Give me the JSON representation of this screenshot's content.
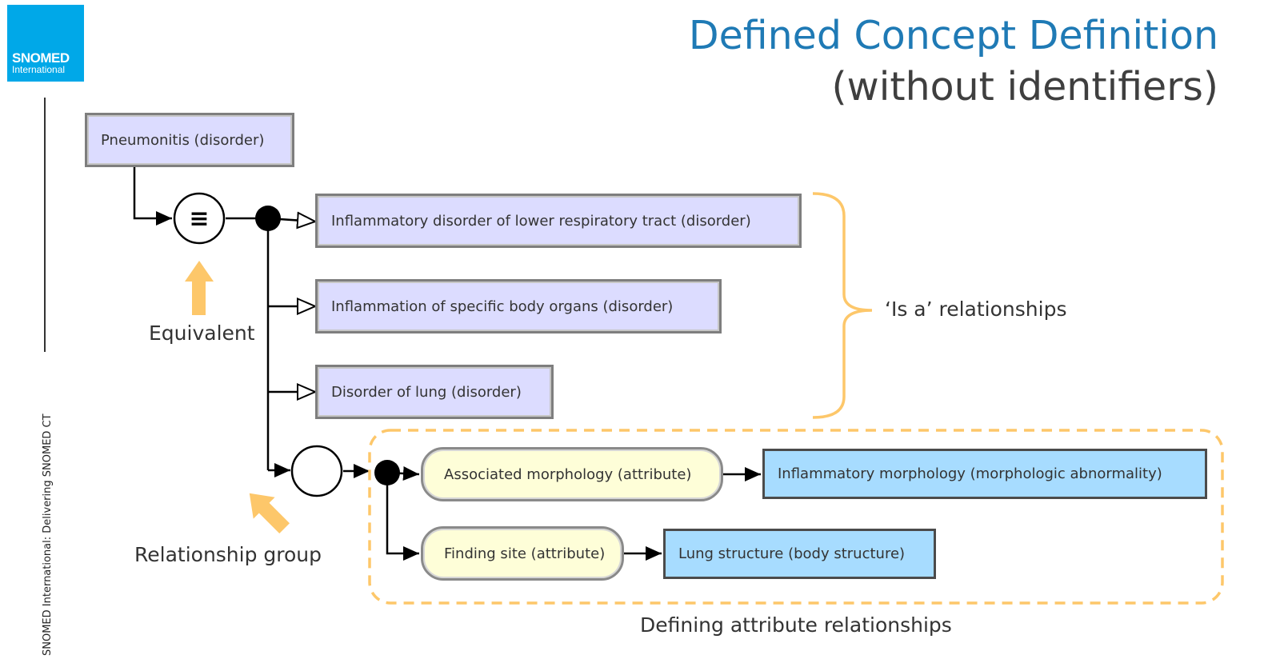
{
  "logo": {
    "line1": "SNOMED",
    "line2": "International"
  },
  "sidebar_text": "SNOMED International: Delivering SNOMED CT",
  "title": {
    "line1": "Defined Concept Definition",
    "line2": "(without identifiers)"
  },
  "diagram": {
    "defined_concept": "Pneumonitis (disorder)",
    "equivalent_symbol": "≡",
    "is_a_parents": [
      "Inflammatory disorder of lower respiratory tract (disorder)",
      "Inflammation of specific body organs (disorder)",
      "Disorder of lung (disorder)"
    ],
    "attributes": [
      {
        "name": "Associated morphology (attribute)",
        "value": "Inflammatory morphology (morphologic abnormality)"
      },
      {
        "name": "Finding site (attribute)",
        "value": "Lung structure (body structure)"
      }
    ],
    "labels": {
      "equivalent": "Equivalent",
      "relationship_group": "Relationship group",
      "is_a": "‘Is a’ relationships",
      "defining_attributes": "Defining attribute relationships"
    }
  },
  "colors": {
    "title_blue": "#1f7ab5",
    "logo_blue": "#00a8e8",
    "concept_fill": "#dcdcff",
    "attribute_fill": "#fefed8",
    "value_fill": "#a7dcff",
    "accent_orange": "#fdc76a"
  }
}
